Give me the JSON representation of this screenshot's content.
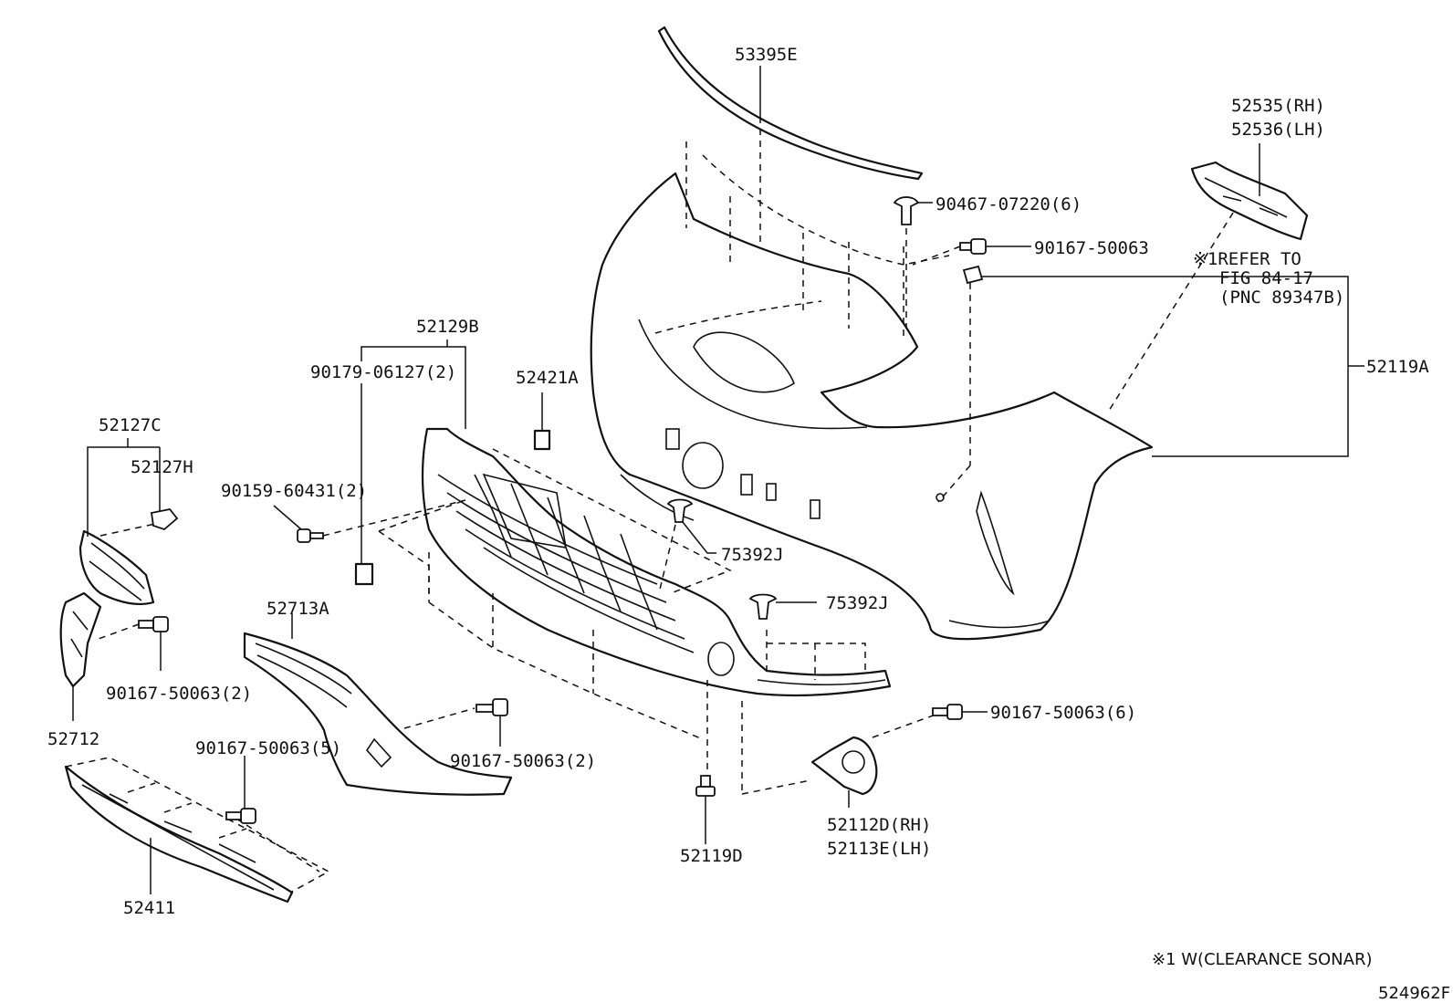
{
  "parts": {
    "p53395E": "53395E",
    "p52535": "52535(RH)",
    "p52536": "52536(LH)",
    "p90467": "90467-07220(6)",
    "p90167a": "90167-50063",
    "refer1": "※1REFER TO",
    "refer2": "FIG 84-17",
    "refer3": "(PNC 89347B)",
    "p52119A": "52119A",
    "p52129B": "52129B",
    "p90179": "90179-06127(2)",
    "p52421A": "52421A",
    "p52127C": "52127C",
    "p52127H": "52127H",
    "p90159": "90159-60431(2)",
    "p75392J_a": "75392J",
    "p75392J_b": "75392J",
    "p52713A": "52713A",
    "p90167b": "90167-50063(2)",
    "p52712": "52712",
    "p90167c": "90167-50063(5)",
    "p90167d": "90167-50063(2)",
    "p90167e": "90167-50063(6)",
    "p52112D": "52112D(RH)",
    "p52113E": "52113E(LH)",
    "p52119D": "52119D",
    "p52411": "52411"
  },
  "footnote": "※1 W(CLEARANCE SONAR)",
  "figure_code": "524962F"
}
